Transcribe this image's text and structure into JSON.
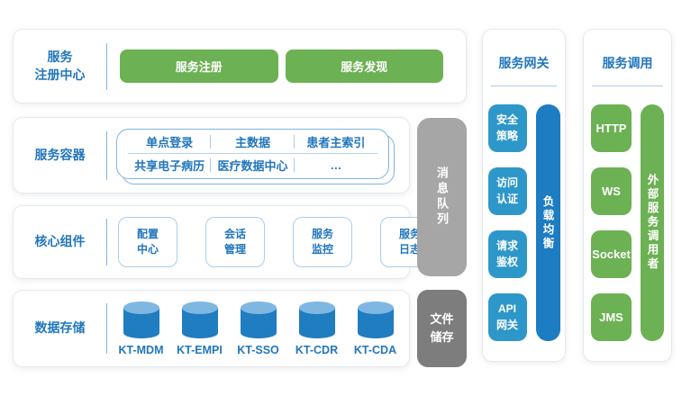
{
  "registry": {
    "label_lines": [
      "服务",
      "注册中心"
    ],
    "nodes": [
      "服务注册",
      "服务发现"
    ]
  },
  "container": {
    "label": "服务容器",
    "row1": [
      "单点登录",
      "主数据",
      "患者主索引"
    ],
    "row2": [
      "共享电子病历",
      "医疗数据中心",
      "…"
    ]
  },
  "core": {
    "label": "核心组件",
    "boxes": [
      "配置中心",
      "会话管理",
      "服务监控",
      "服务日志"
    ]
  },
  "storage": {
    "label": "数据存储",
    "databases": [
      "KT-MDM",
      "KT-EMPI",
      "KT-SSO",
      "KT-CDR",
      "KT-CDA"
    ]
  },
  "middle": {
    "message_queue": "消息队列",
    "file_storage": "文件储存"
  },
  "gateway": {
    "title": "服务网关",
    "boxes": [
      "安全策略",
      "访问认证",
      "请求鉴权",
      "API网关"
    ],
    "bar": "负载均衡"
  },
  "invocation": {
    "title": "服务调用",
    "boxes": [
      "HTTP",
      "WS",
      "Socket",
      "JMS"
    ],
    "bar": "外部服务调用者"
  },
  "colors": {
    "accent_blue_text": "#2176bd",
    "green_node": "#6cb153",
    "blue_node": "#2e97c9",
    "dark_blue_bar": "#1d7cc2",
    "gray_light_bar": "#a6a6a6",
    "gray_dark_bar": "#7d7d7d",
    "cylinder_body": "#1f7dc0",
    "cylinder_top": "#7fb7e3",
    "panel_border": "#e6e9ec",
    "card_border": "#7fb3dc"
  }
}
